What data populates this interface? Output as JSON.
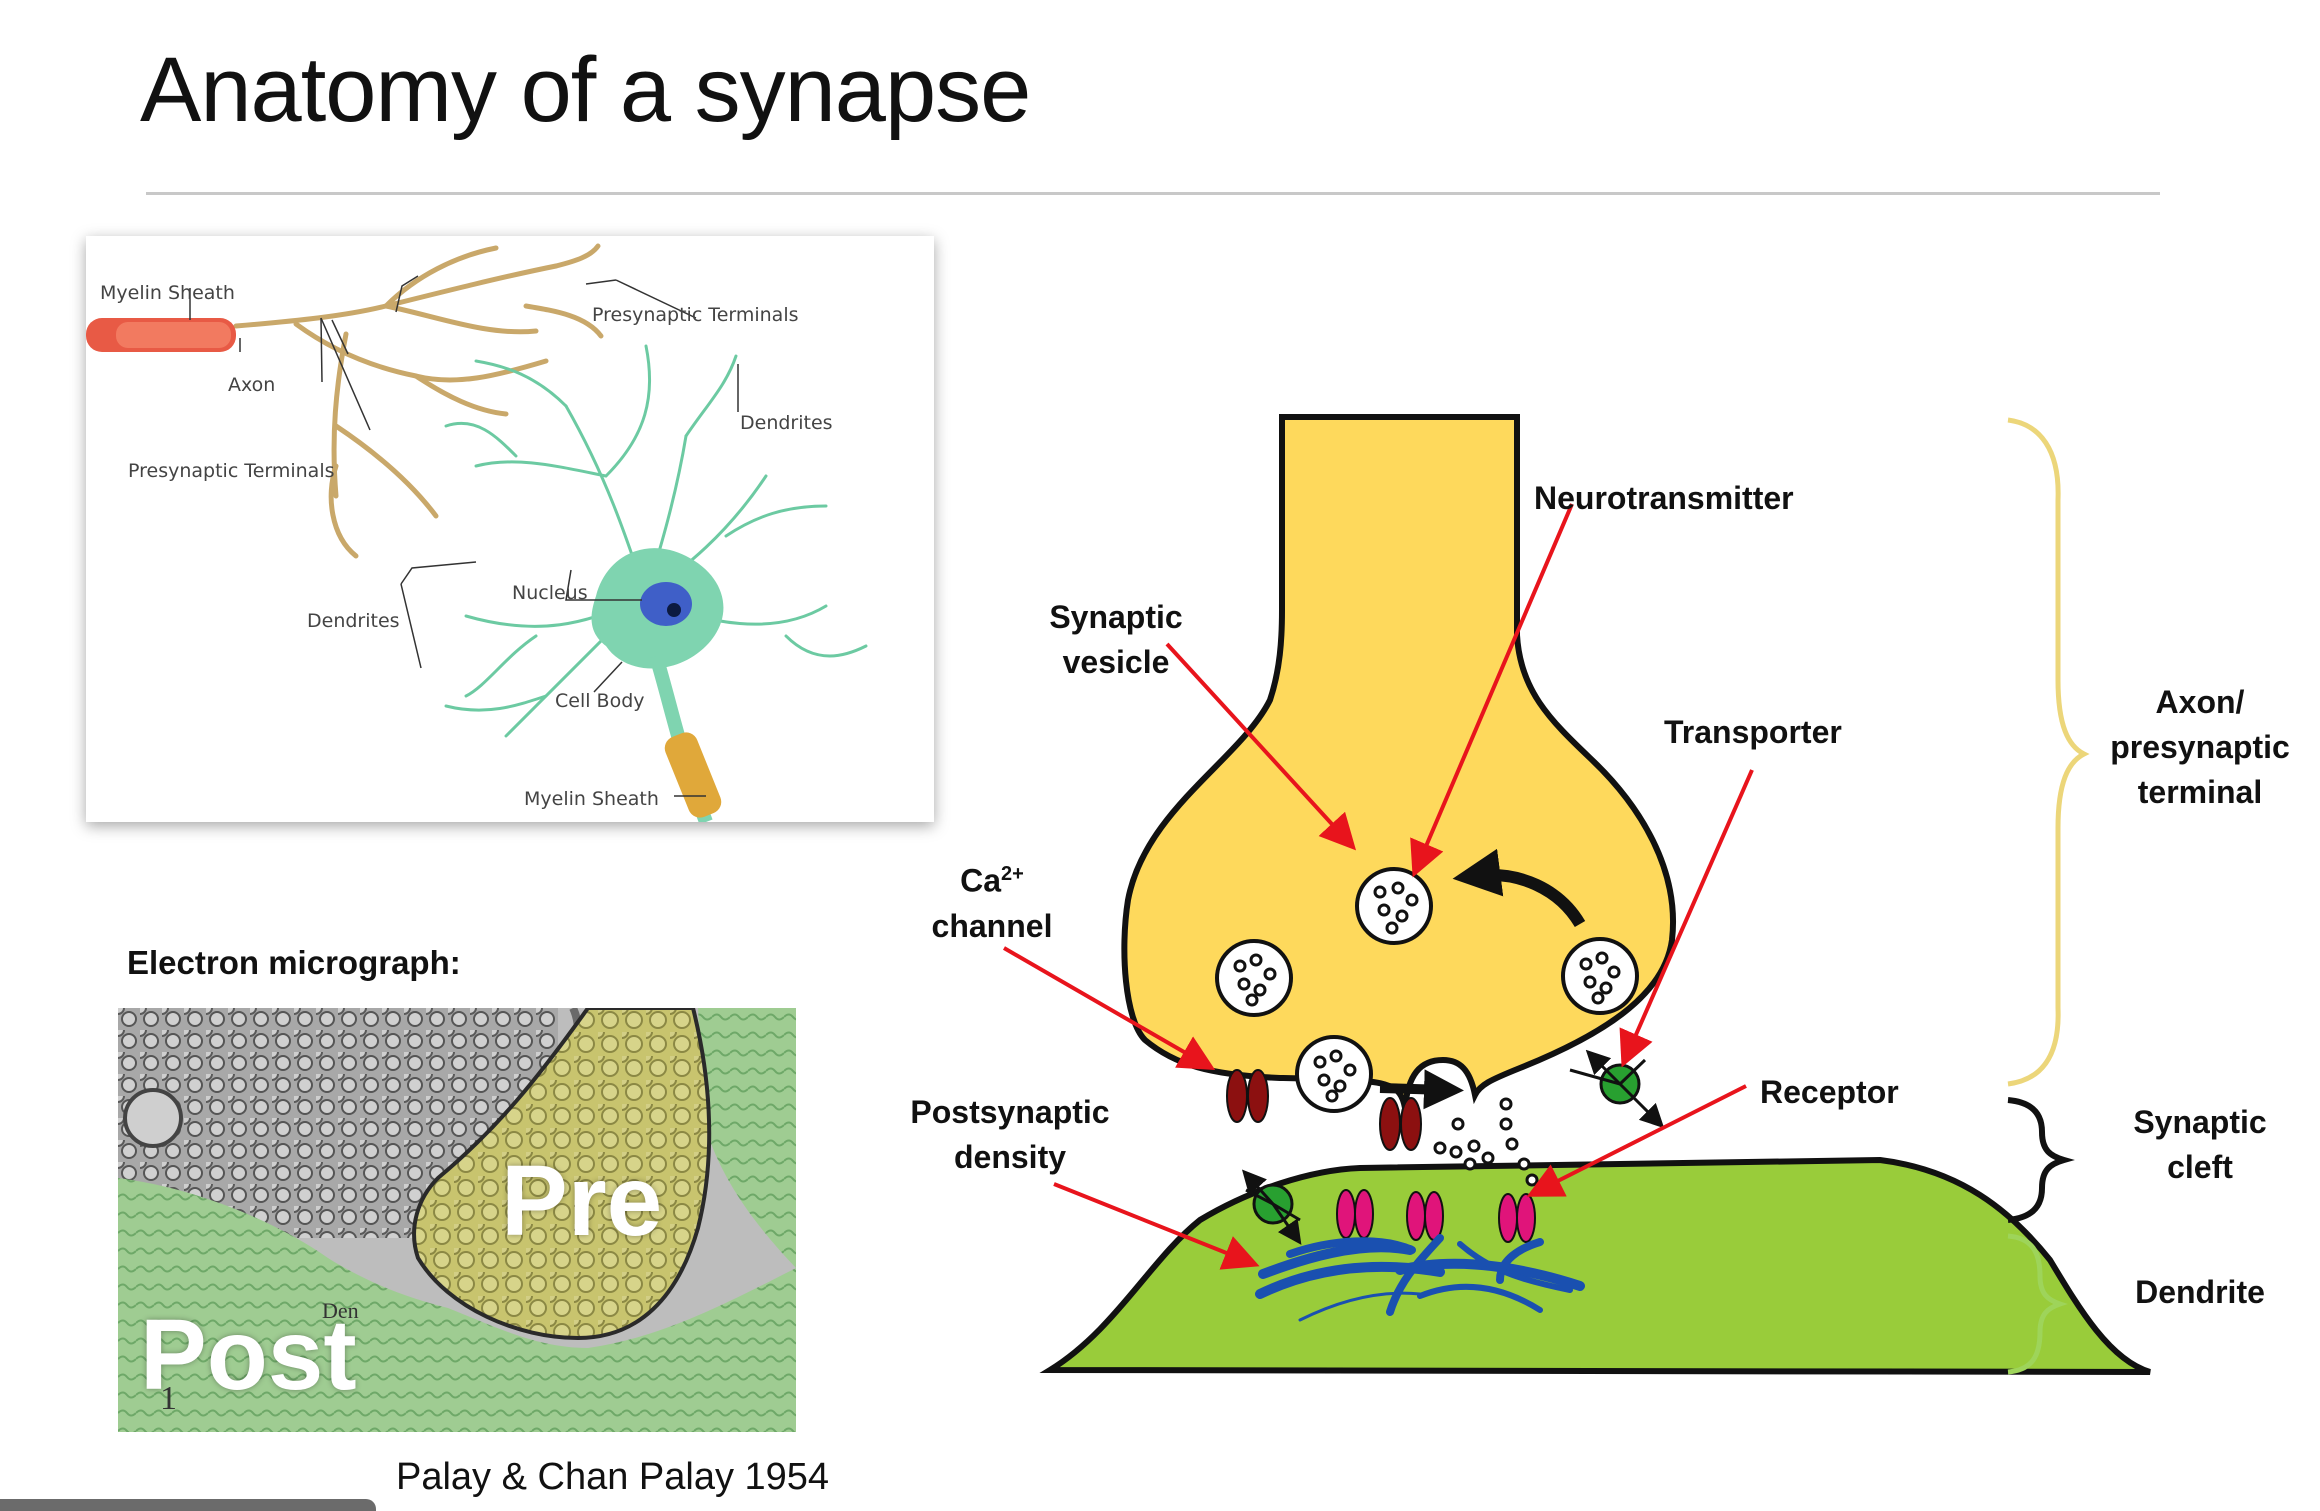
{
  "title": "Anatomy of a synapse",
  "neuron_diagram": {
    "labels": {
      "myelin_top": "Myelin Sheath",
      "axon": "Axon",
      "presyn_top": "Presynaptic Terminals",
      "dendrites_right": "Dendrites",
      "presyn_left": "Presynaptic Terminals",
      "nucleus": "Nucleus",
      "dendrites_left": "Dendrites",
      "cell_body": "Cell Body",
      "myelin_bottom": "Myelin Sheath"
    }
  },
  "electron_micrograph": {
    "heading": "Electron micrograph:",
    "pre_label": "Pre",
    "post_label": "Post",
    "den_label": "Den",
    "figure_number": "1"
  },
  "citation": "Palay & Chan Palay 1954",
  "synapse_diagram": {
    "neurotransmitter": "Neurotransmitter",
    "synaptic_vesicle": [
      "Synaptic",
      "vesicle"
    ],
    "transporter": "Transporter",
    "ca_channel": {
      "base": "Ca",
      "sup": "2+",
      "line2": "channel"
    },
    "postsynaptic_density": [
      "Postsynaptic",
      "density"
    ],
    "receptor": "Receptor",
    "axon_terminal": [
      "Axon/",
      "presynaptic",
      "terminal"
    ],
    "synaptic_cleft": [
      "Synaptic",
      "cleft"
    ],
    "dendrite": "Dendrite"
  },
  "colors": {
    "terminal_fill": "#fed95c",
    "dendrite_fill": "#99cc3a",
    "arrow_red": "#e8141c",
    "receptor_magenta": "#e0147a",
    "channel_darkred": "#8c1010",
    "transporter_green": "#28a030",
    "density_blue": "#1a50b0",
    "brace_yellow": "#ecd67a",
    "brace_green": "#9ed45a",
    "brace_black": "#111111"
  }
}
